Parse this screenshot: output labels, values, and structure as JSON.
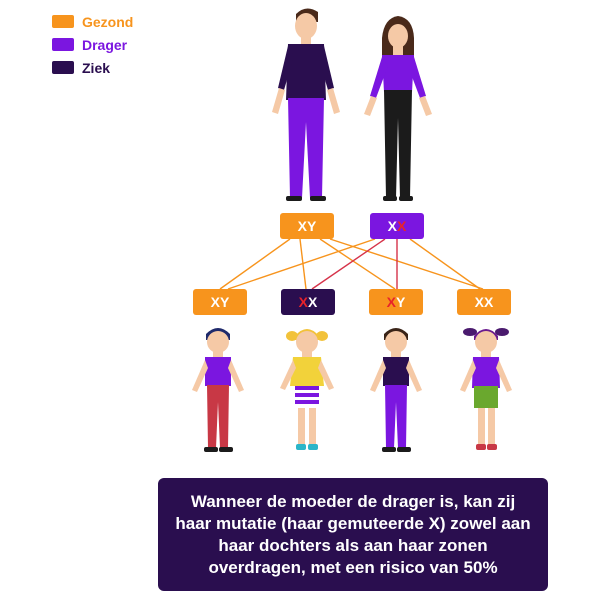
{
  "colors": {
    "gezond": "#f7941d",
    "drager": "#7b16e0",
    "ziek": "#2a0e4f",
    "mutation": "#e8232a",
    "line_orange": "#f7941d",
    "line_red": "#d6334a"
  },
  "legend": [
    {
      "label": "Gezond",
      "color": "#f7941d"
    },
    {
      "label": "Drager",
      "color": "#7b16e0"
    },
    {
      "label": "Ziek",
      "color": "#2a0e4f"
    }
  ],
  "parents": {
    "father": {
      "genotype": "XY",
      "status": "gezond"
    },
    "mother": {
      "genotype_left": "X",
      "genotype_right": "X",
      "status": "drager"
    }
  },
  "children": [
    {
      "left": "X",
      "right": "Y",
      "status": "gezond"
    },
    {
      "left": "X",
      "right": "X",
      "status": "ziek"
    },
    {
      "left": "X",
      "right": "Y",
      "status": "gezond"
    },
    {
      "left": "X",
      "right": "X",
      "status": "gezond"
    }
  ],
  "info_text": "Wanneer de moeder de drager is, kan zij haar mutatie (haar gemuteerde X) zowel aan haar dochters als aan haar  zonen overdragen, met een risico van 50%"
}
